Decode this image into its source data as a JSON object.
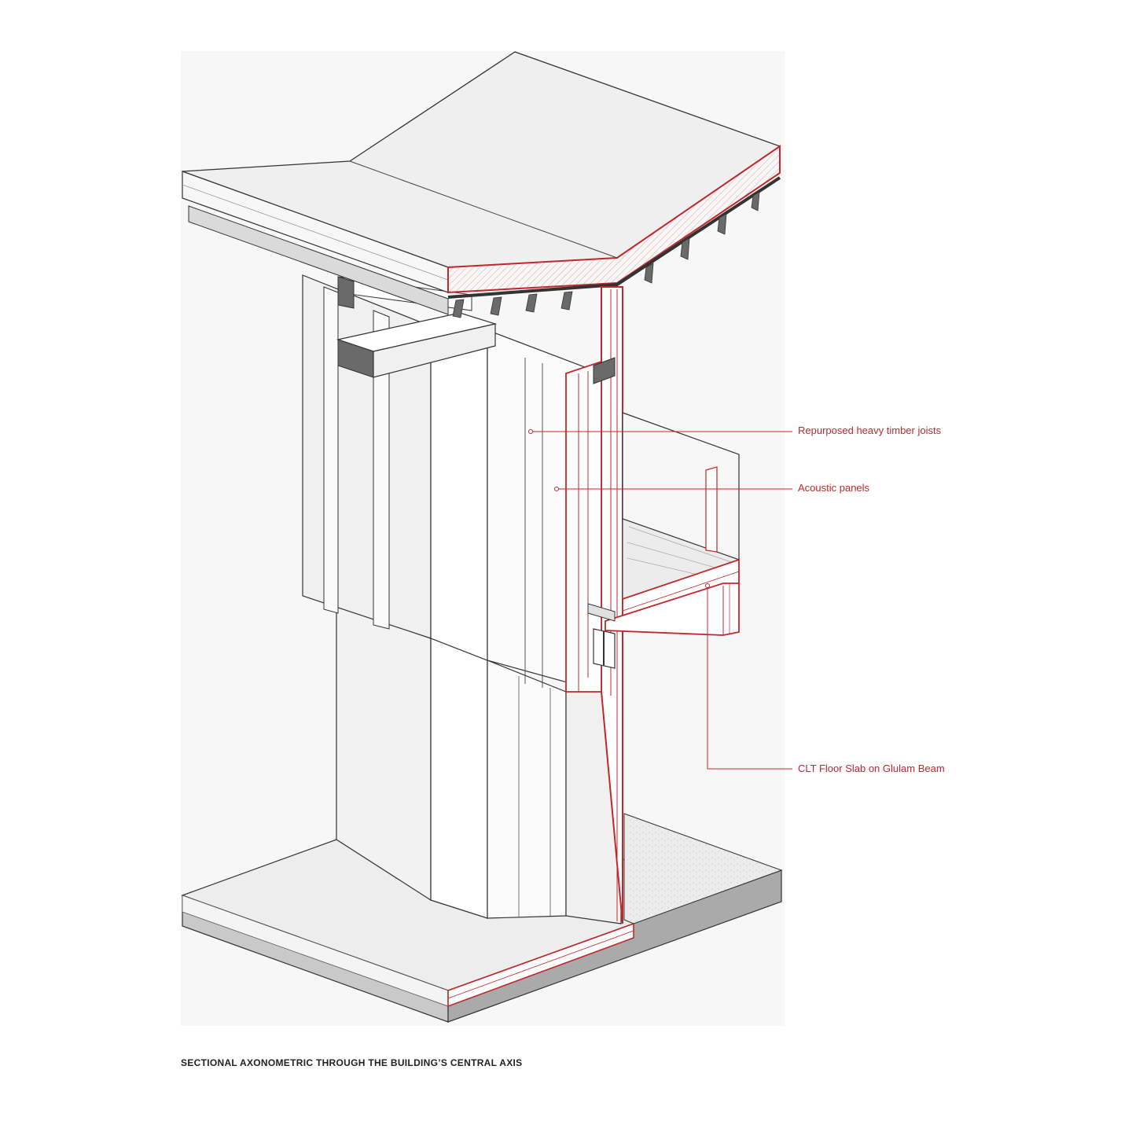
{
  "callouts": {
    "joists": "Repurposed heavy timber joists",
    "acoustic": "Acoustic panels",
    "clt": "CLT Floor Slab on Glulam Beam"
  },
  "caption": "SECTIONAL AXONOMETRIC THROUGH THE BUILDING’S CENTRAL AXIS",
  "colors": {
    "accent": "#c0282d",
    "line": "#333333",
    "surface": "#f2f2f2",
    "timber": "#555555"
  }
}
